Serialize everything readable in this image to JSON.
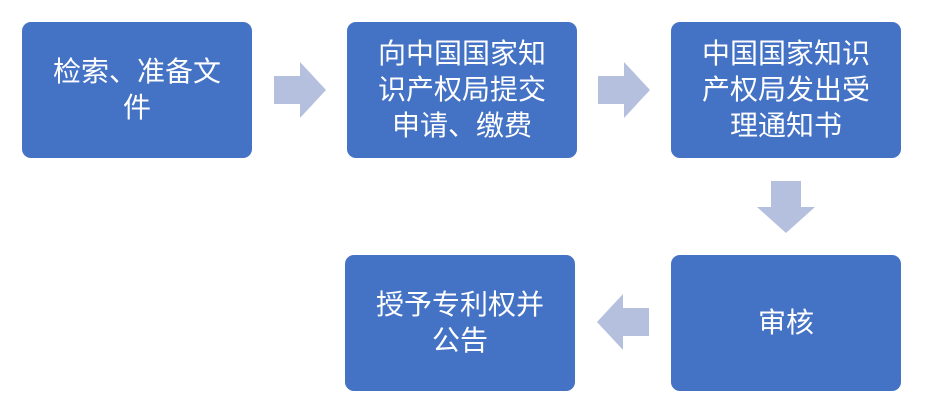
{
  "steps": [
    {
      "label": "检索、准备文件"
    },
    {
      "label": "向中国国家知识产权局提交申请、缴费"
    },
    {
      "label": "中国国家知识产权局发出受理通知书"
    },
    {
      "label": "审核"
    },
    {
      "label": "授予专利权并公告"
    }
  ],
  "colors": {
    "box": "#4472C4",
    "arrow": "#B4C0DE",
    "text": "#FFFFFF"
  }
}
